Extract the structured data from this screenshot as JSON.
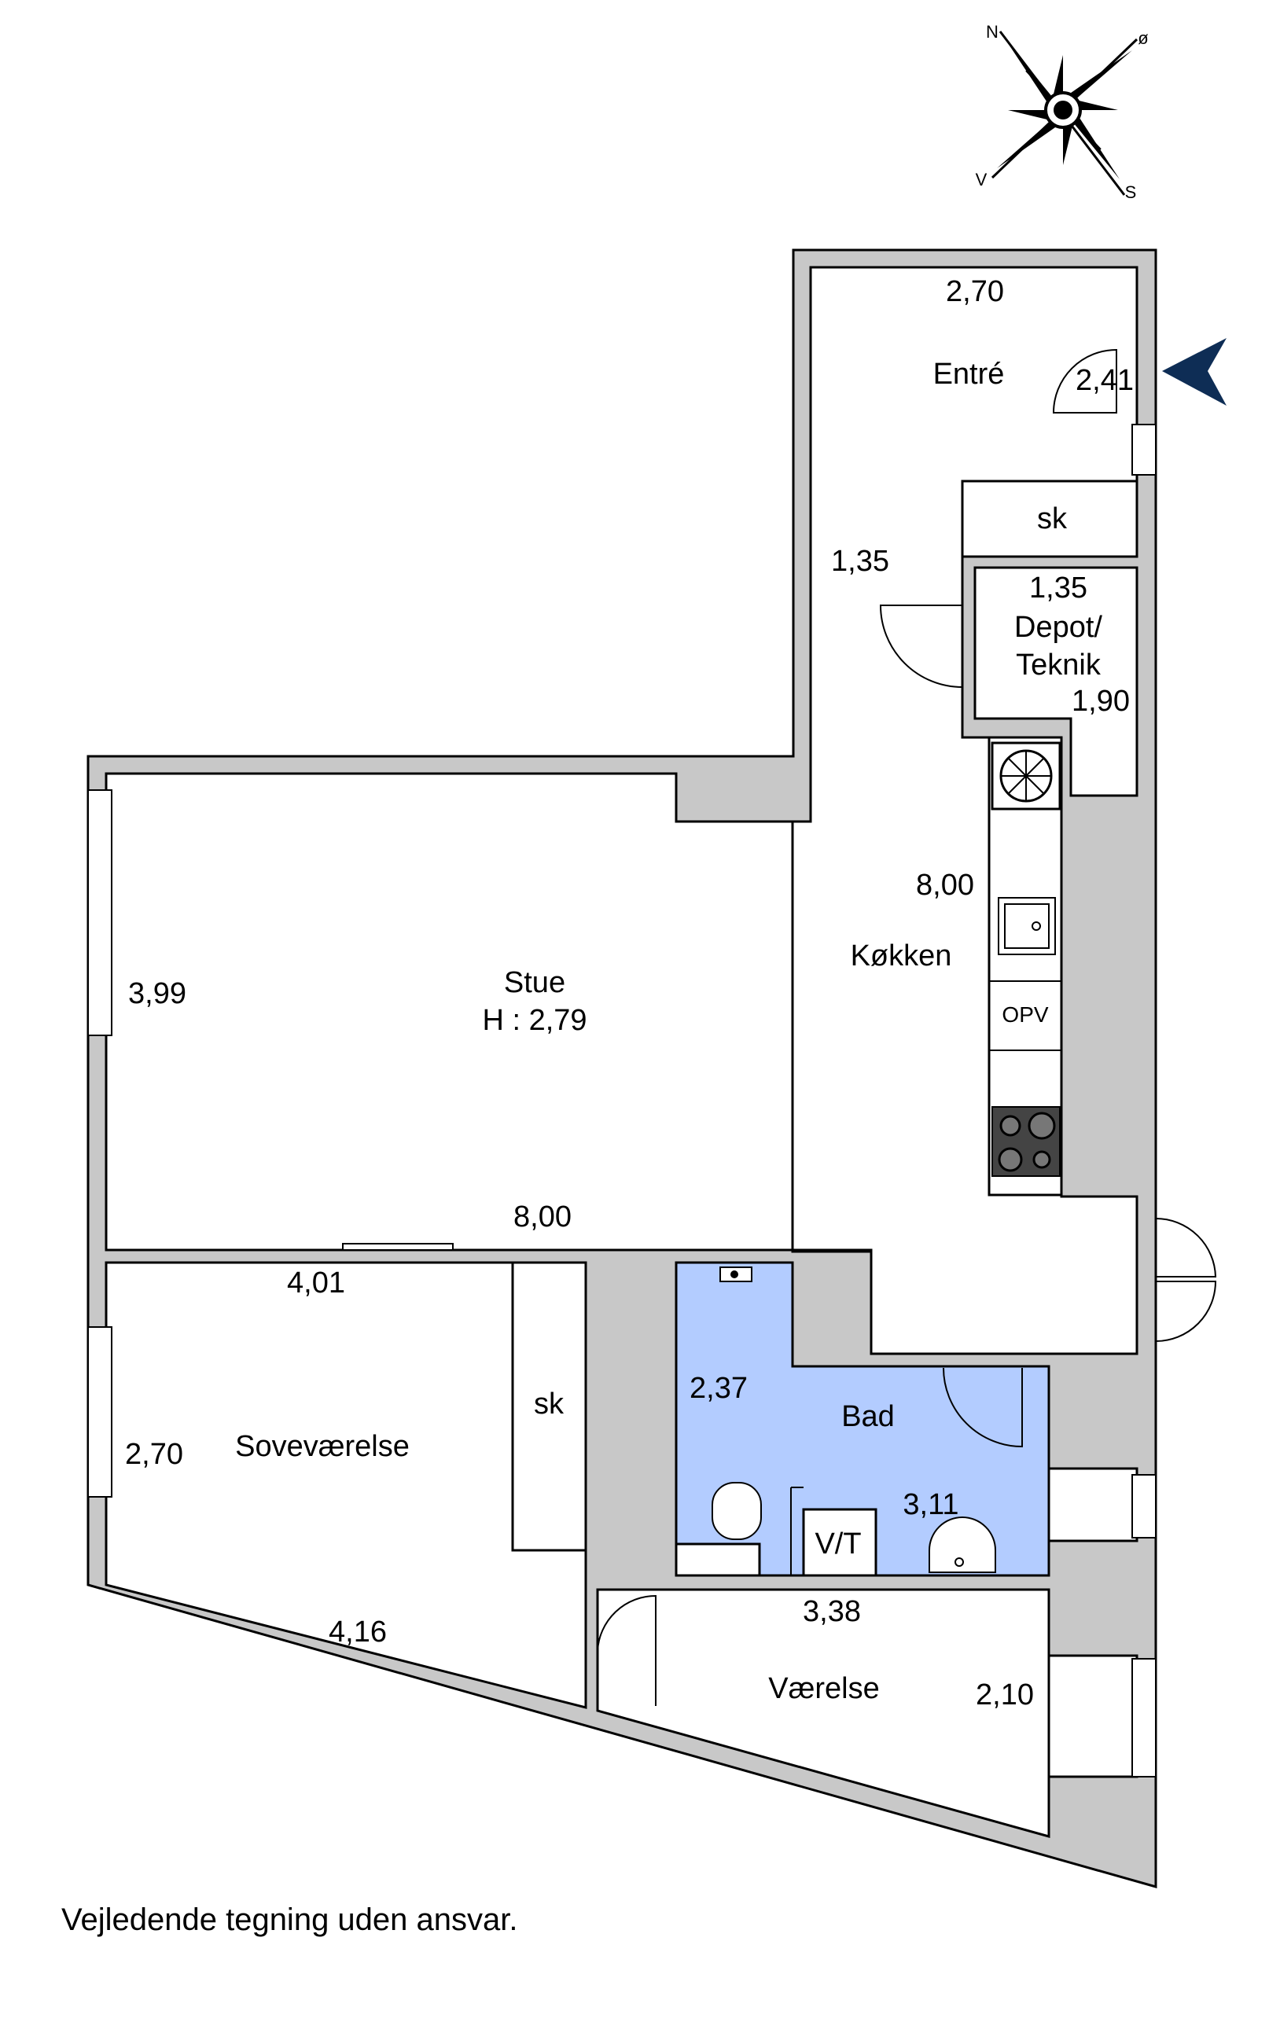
{
  "compass": {
    "n": "N",
    "e": "ø",
    "s": "S",
    "w": "V"
  },
  "colors": {
    "wall": "#c8c8c8",
    "bath": "#b3ccff",
    "arrow": "#0e2d55"
  },
  "rooms": {
    "entre": {
      "name": "Entré",
      "dim_w": "2,70",
      "dim_h": "2,41"
    },
    "sk_top": {
      "name": "sk"
    },
    "depot": {
      "name_line1": "Depot/",
      "name_line2": "Teknik",
      "dim_w": "1,35",
      "dim_h": "1,90"
    },
    "hall": {
      "dim": "1,35"
    },
    "kitchen": {
      "name": "Køkken",
      "dim": "8,00",
      "opv_label": "OPV"
    },
    "stue": {
      "name": "Stue",
      "height": "H : 2,79",
      "dim_h": "3,99",
      "dim_w": "8,00"
    },
    "sovevaerelse": {
      "name": "Soveværelse",
      "dim_w": "4,01",
      "dim_h": "2,70",
      "dim_bottom": "4,16"
    },
    "sk_mid": {
      "name": "sk"
    },
    "bad": {
      "name": "Bad",
      "dim_h": "2,37",
      "dim_w": "3,11",
      "vt_label": "V/T"
    },
    "vaerelse": {
      "name": "Værelse",
      "dim_w": "3,38",
      "dim_h": "2,10"
    }
  },
  "disclaimer": "Vejledende tegning uden ansvar."
}
